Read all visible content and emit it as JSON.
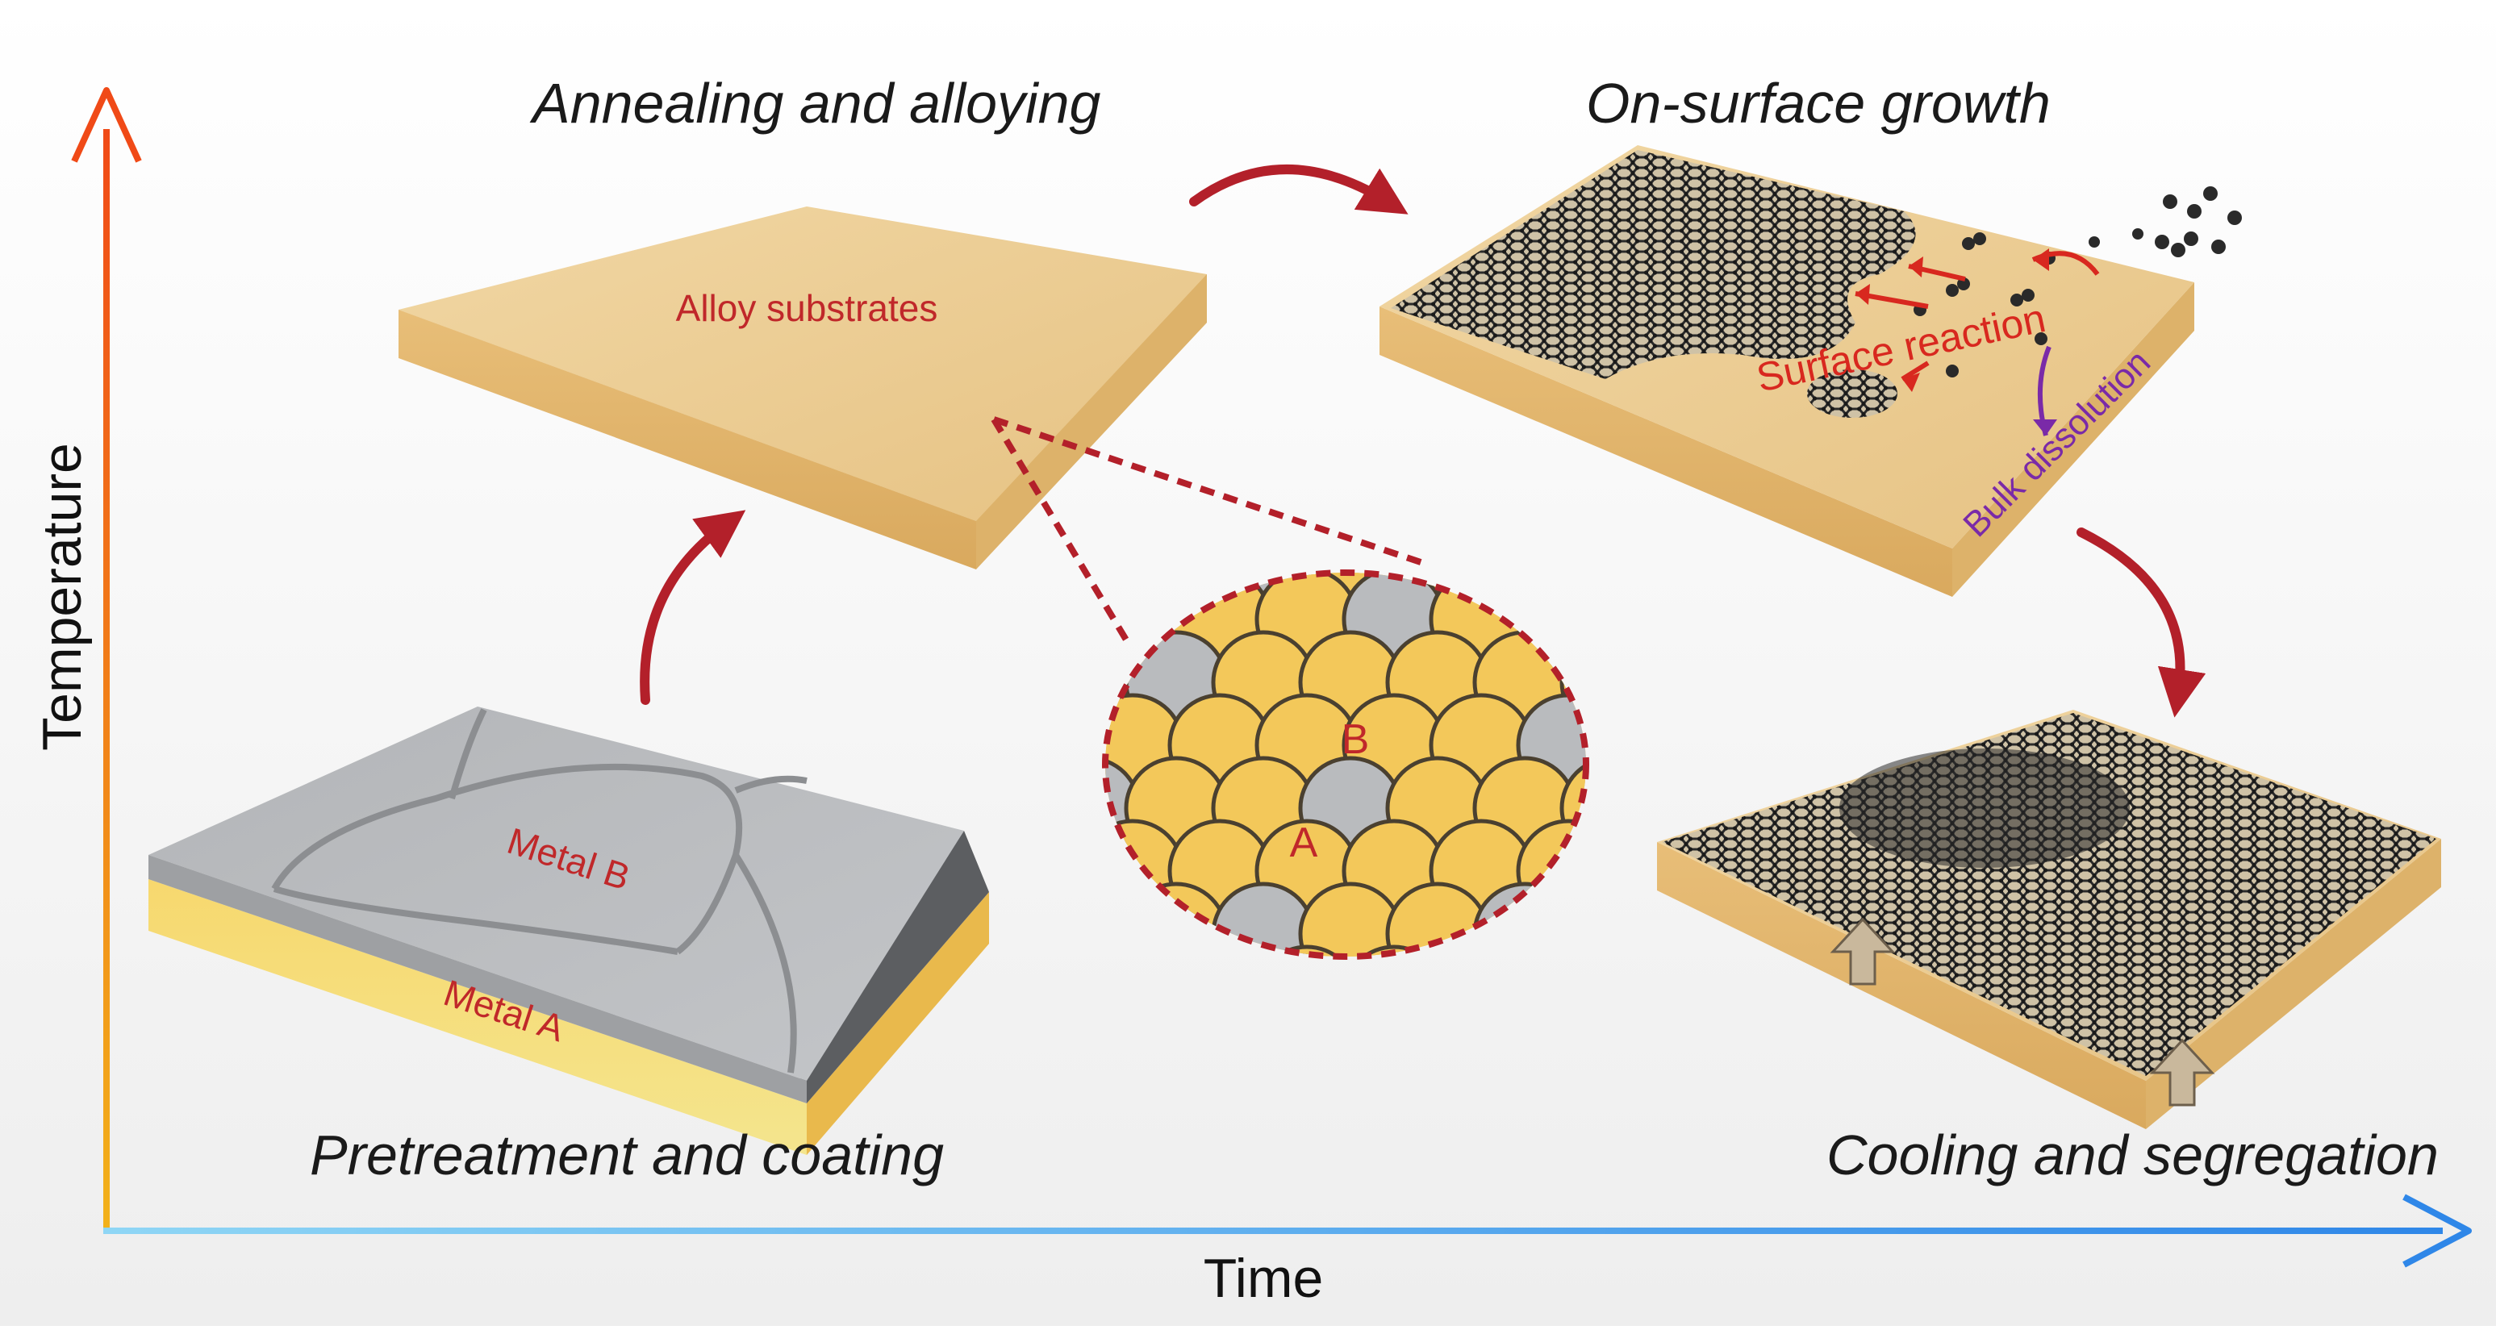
{
  "axes": {
    "y_label": "Temperature",
    "x_label": "Time",
    "colors": {
      "y_axis_top": "#f04a17",
      "y_axis_bottom": "#f2b21a",
      "x_axis_left": "#8fd6f5",
      "x_axis_right": "#2f87e8"
    }
  },
  "stages": {
    "pretreatment": {
      "title": "Pretreatment and coating",
      "metal_b": "Metal B",
      "metal_a": "Metal A"
    },
    "annealing": {
      "title": "Annealing and alloying",
      "substrate_label": "Alloy substrates"
    },
    "zoom": {
      "label_a": "A",
      "label_b": "B"
    },
    "growth": {
      "title": "On-surface growth",
      "surface_reaction": "Surface reaction",
      "bulk_dissolution": "Bulk dissolution"
    },
    "cooling": {
      "title": "Cooling and segregation"
    }
  },
  "colors": {
    "gold": "#f3c85a",
    "gold_slab": "#eac98b",
    "metal_gray": "#b9bbbe",
    "arrow_red": "#b3202a",
    "label_red": "#c0282a",
    "label_purple": "#7a2aa8",
    "graphene": "#2a2a2a"
  }
}
